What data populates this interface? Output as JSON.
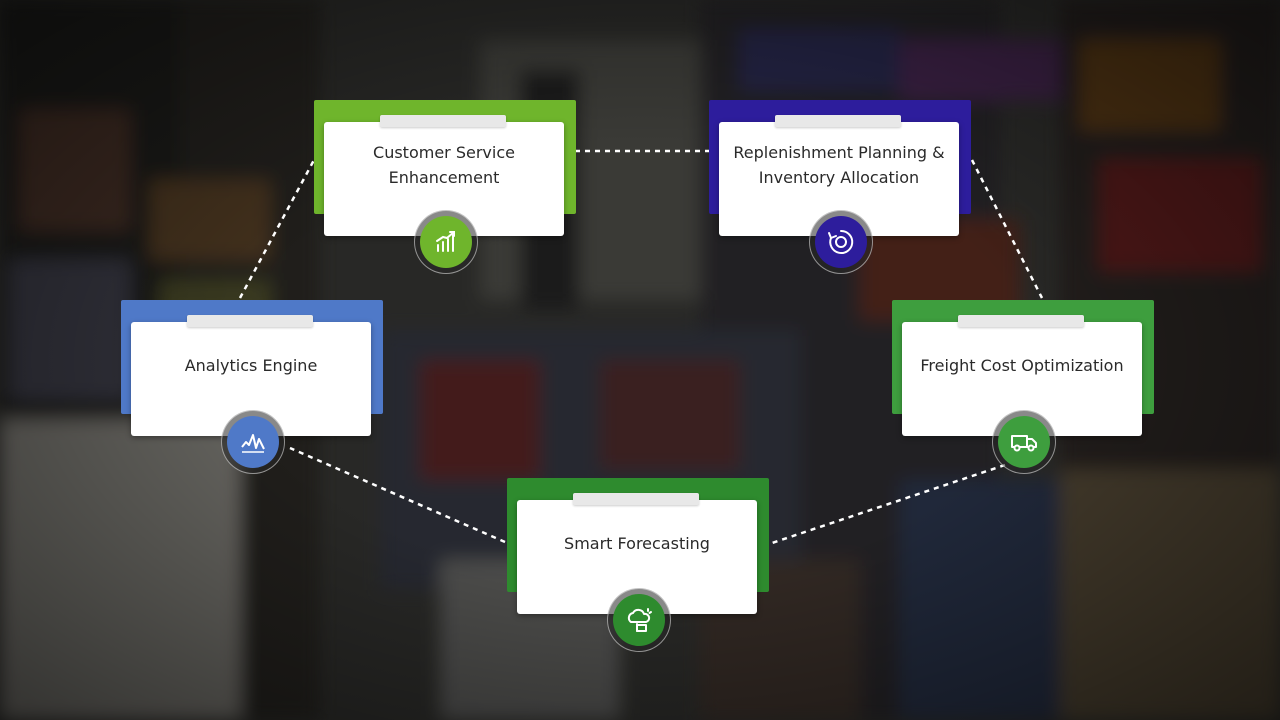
{
  "diagram": {
    "nodes": [
      {
        "id": "customer-service",
        "label": "Customer Service Enhancement",
        "icon": "growth-chart-icon",
        "color": "#6fb52c"
      },
      {
        "id": "replenishment",
        "label": "Replenishment Planning & Inventory Allocation",
        "icon": "cycle-icon",
        "color": "#2d1d9c"
      },
      {
        "id": "analytics",
        "label": "Analytics Engine",
        "icon": "line-chart-icon",
        "color": "#4f79c8"
      },
      {
        "id": "freight",
        "label": "Freight Cost Optimization",
        "icon": "truck-icon",
        "color": "#3e9e3e"
      },
      {
        "id": "forecasting",
        "label": "Smart Forecasting",
        "icon": "forecast-icon",
        "color": "#2e8b2e"
      }
    ],
    "connections": [
      [
        "customer-service",
        "replenishment"
      ],
      [
        "replenishment",
        "freight"
      ],
      [
        "freight",
        "forecasting"
      ],
      [
        "forecasting",
        "analytics"
      ],
      [
        "analytics",
        "customer-service"
      ]
    ]
  }
}
